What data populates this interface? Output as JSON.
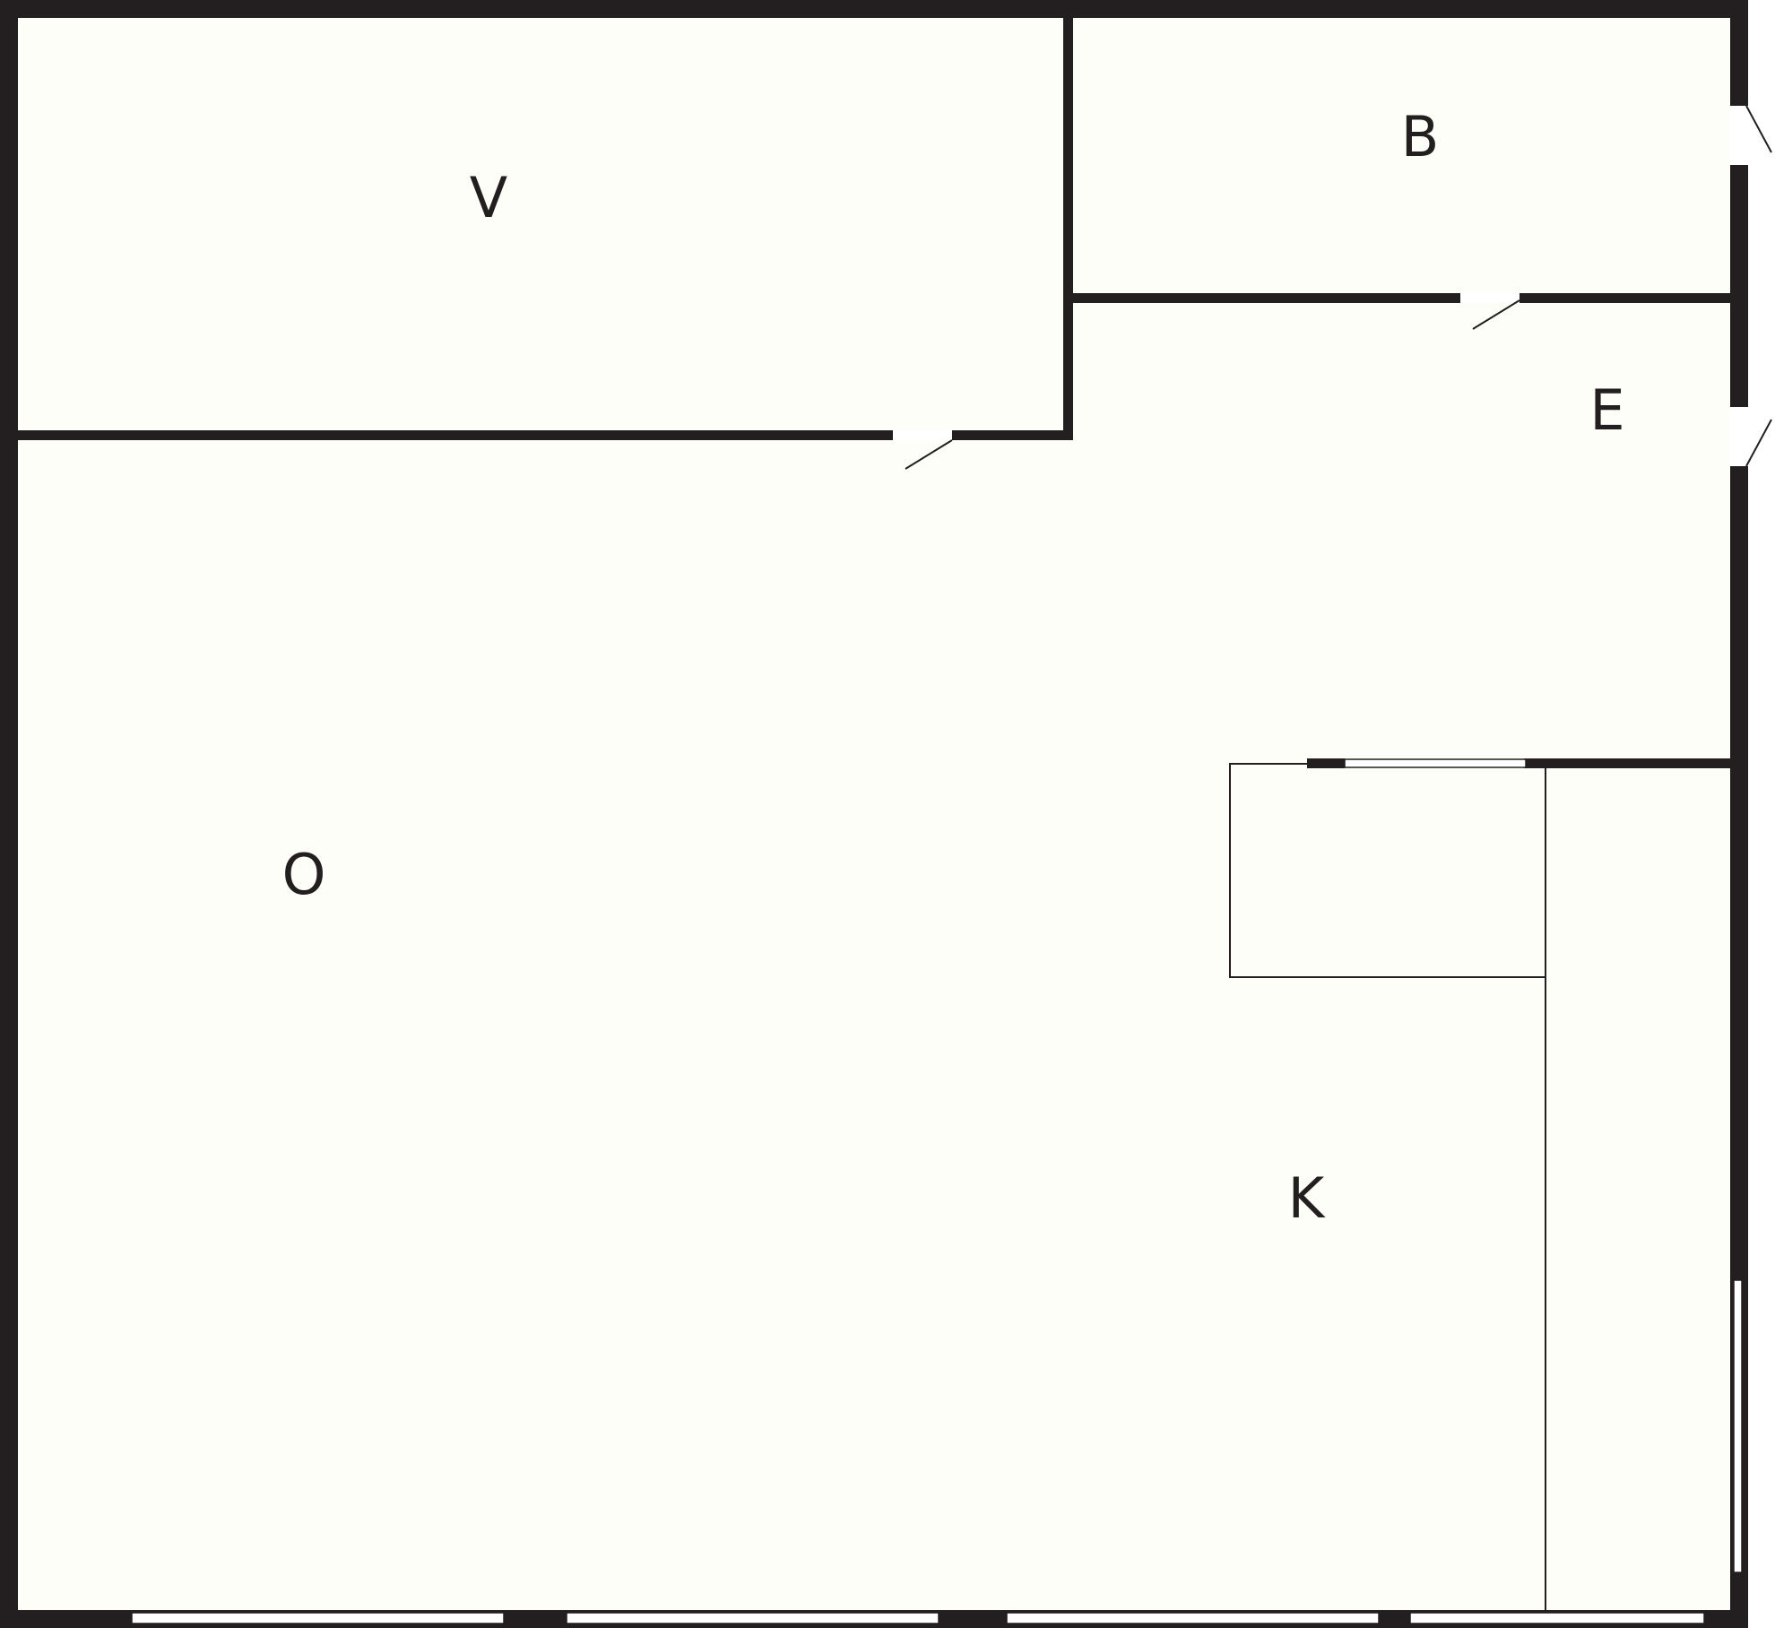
{
  "floorplan": {
    "rooms": [
      {
        "id": "v",
        "label": "V"
      },
      {
        "id": "b",
        "label": "B"
      },
      {
        "id": "e",
        "label": "E"
      },
      {
        "id": "o",
        "label": "O"
      },
      {
        "id": "k",
        "label": "K"
      }
    ],
    "colors": {
      "wall": "#231f20",
      "floor": "#fdfef8",
      "opening": "#ffffff"
    }
  }
}
